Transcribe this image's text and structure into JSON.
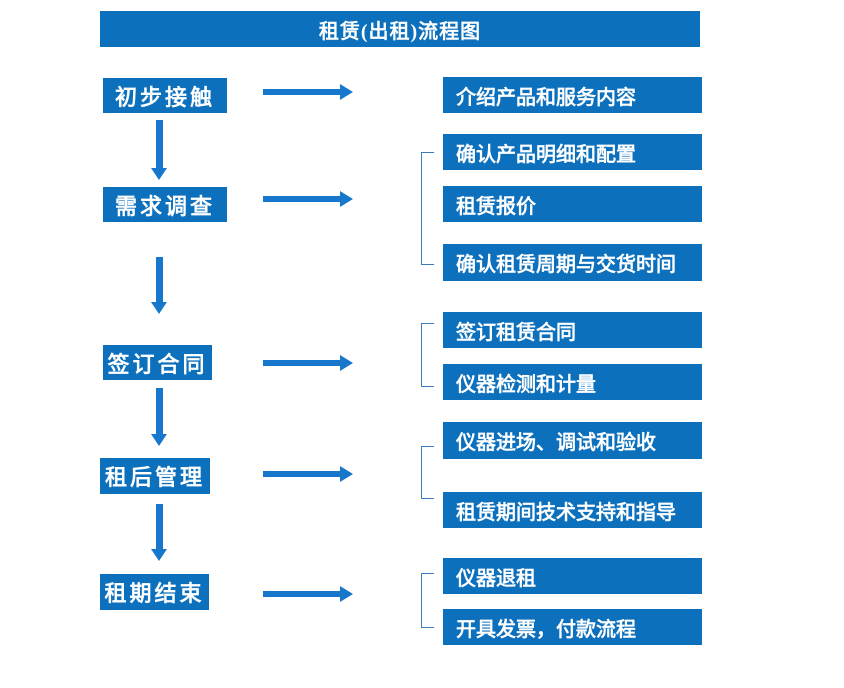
{
  "header": {
    "title": "租赁(出租)流程图"
  },
  "colors": {
    "canvas_bg": "#ffffff",
    "box_blue": "#0c70bd",
    "arrow_blue": "#1677cd",
    "bracket_blue": "#3f7cbb",
    "text_white": "#ffffff"
  },
  "flow": {
    "steps": [
      {
        "label": "初步接触",
        "details": [
          "介绍产品和服务内容"
        ]
      },
      {
        "label": "需求调查",
        "details": [
          "确认产品明细和配置",
          "租赁报价",
          "确认租赁周期与交货时间"
        ]
      },
      {
        "label": "签订合同",
        "details": [
          "签订租赁合同",
          "仪器检测和计量"
        ]
      },
      {
        "label": "租后管理",
        "details": [
          "仪器进场、调试和验收",
          "租赁期间技术支持和指导"
        ]
      },
      {
        "label": "租期结束",
        "details": [
          "仪器退租",
          "开具发票，付款流程"
        ]
      }
    ]
  }
}
